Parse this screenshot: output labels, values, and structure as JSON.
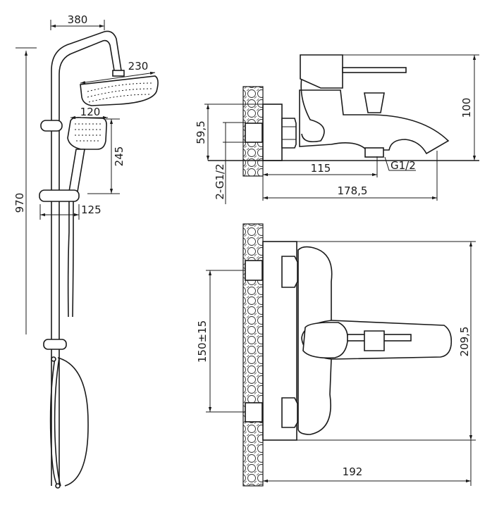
{
  "drawing": {
    "shower": {
      "dim_arm_width": "380",
      "dim_head_width": "230",
      "dim_hand_width": "120",
      "dim_hand_height": "245",
      "dim_total_height": "970",
      "dim_holder_offset": "125"
    },
    "faucet_side": {
      "dim_inlet_height": "59,5",
      "inlet_thread": "2-G1/2",
      "dim_outlet_offset": "115",
      "dim_total_depth": "178,5",
      "outlet_thread": "G1/2",
      "dim_height": "100"
    },
    "faucet_top": {
      "dim_center_distance": "150±15",
      "dim_width": "209,5",
      "dim_depth": "192"
    }
  }
}
